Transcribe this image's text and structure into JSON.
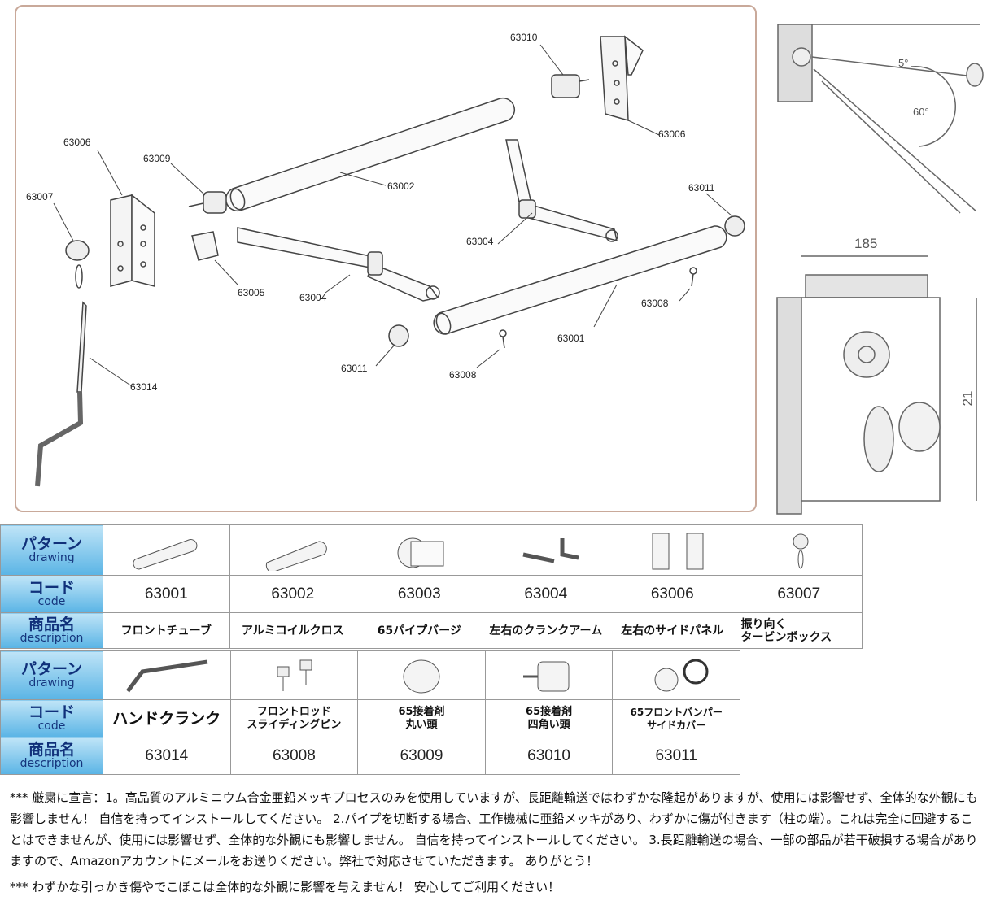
{
  "diagram": {
    "part_labels": [
      "63010",
      "63006",
      "63006",
      "63009",
      "63002",
      "63007",
      "63011",
      "63005",
      "63004",
      "63004",
      "63008",
      "63001",
      "63011",
      "63008",
      "63014"
    ],
    "dimensions": {
      "angle_top": "5°",
      "angle_arm": "60°",
      "width": "185",
      "height": "21"
    }
  },
  "table1": {
    "header_drawing": {
      "jp": "パターン",
      "en": "drawing"
    },
    "header_code": {
      "jp": "コード",
      "en": "code"
    },
    "header_desc": {
      "jp": "商品名",
      "en": "description"
    },
    "codes": [
      "63001",
      "63002",
      "63003",
      "63004",
      "63006",
      "63007"
    ],
    "descriptions": [
      "フロントチューブ",
      "アルミコイルクロス",
      "65パイプバージ",
      "左右のクランクアーム",
      "左右のサイドパネル",
      "振り向く\nタービンボックス"
    ]
  },
  "table2": {
    "header_drawing": {
      "jp": "パターン",
      "en": "drawing"
    },
    "header_code": {
      "jp": "コード",
      "en": "code"
    },
    "header_desc": {
      "jp": "商品名",
      "en": "description"
    },
    "names": [
      "ハンドクランク",
      "フロントロッド\nスライディングピン",
      "65接着剤\n丸い頭",
      "65接着剤\n四角い頭",
      "65フロントバンパー\nサイドカバー"
    ],
    "codes": [
      "63014",
      "63008",
      "63009",
      "63010",
      "63011"
    ]
  },
  "notes": {
    "note1": "*** 厳粛に宣言：1。高品質のアルミニウム合金亜鉛メッキプロセスのみを使用していますが、長距離輸送ではわずかな隆起がありますが、使用には影響せず、全体的な外観にも影響しません！ 自信を持ってインストールしてください。 2.パイプを切断する場合、工作機械に亜鉛メッキがあり、わずかに傷が付きます（柱の端）。これは完全に回避することはできませんが、使用には影響せず、全体的な外観にも影響しません。 自信を持ってインストールしてください。 3.長距離輸送の場合、一部の部品が若干破損する場合がありますので、Amazonアカウントにメールをお送りください。弊社で対応させていただきます。 ありがとう！",
    "note2": "*** わずかな引っかき傷やでこぼこは全体的な外観に影響を与えません！ 安心してご利用ください！"
  },
  "colors": {
    "header_top": "#bfe4f7",
    "header_bottom": "#5ab4e5",
    "header_text": "#10307a",
    "panel_border": "#c9a99a"
  }
}
